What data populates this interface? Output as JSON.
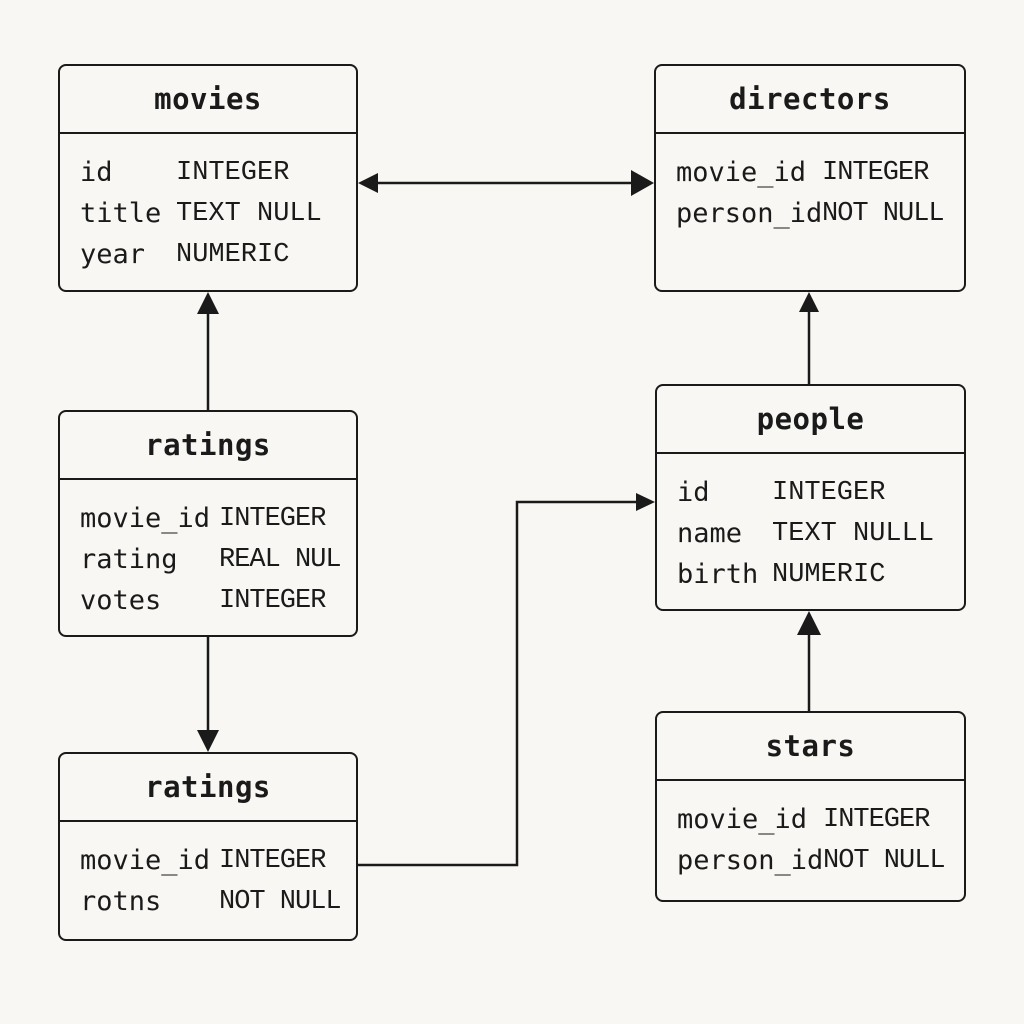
{
  "tables": {
    "movies": {
      "title": "movies",
      "fields": [
        {
          "name": "id",
          "type": "INTEGER"
        },
        {
          "name": "title",
          "type": "TEXT NULL"
        },
        {
          "name": "year",
          "type": "NUMERIC"
        }
      ]
    },
    "directors": {
      "title": "directors",
      "fields": [
        {
          "name": "movie_id",
          "type": "INTEGER"
        },
        {
          "name": "person_id",
          "type": "NOT NULL"
        }
      ]
    },
    "ratings_1": {
      "title": "ratings",
      "fields": [
        {
          "name": "movie_id",
          "type": "INTEGER"
        },
        {
          "name": "rating",
          "type": "REAL NUL"
        },
        {
          "name": "votes",
          "type": "INTEGER"
        }
      ]
    },
    "people": {
      "title": "people",
      "fields": [
        {
          "name": "id",
          "type": "INTEGER"
        },
        {
          "name": "name",
          "type": "TEXT NULLL"
        },
        {
          "name": "birth",
          "type": "NUMERIC"
        }
      ]
    },
    "ratings_2": {
      "title": "ratings",
      "fields": [
        {
          "name": "movie_id",
          "type": "INTEGER"
        },
        {
          "name": "rotns",
          "type": "NOT NULL"
        }
      ]
    },
    "stars": {
      "title": "stars",
      "fields": [
        {
          "name": "movie_id",
          "type": "INTEGER"
        },
        {
          "name": "person_id",
          "type": "NOT NULL"
        }
      ]
    }
  },
  "colors": {
    "background": "#f8f7f3",
    "line": "#1a1a1a"
  }
}
